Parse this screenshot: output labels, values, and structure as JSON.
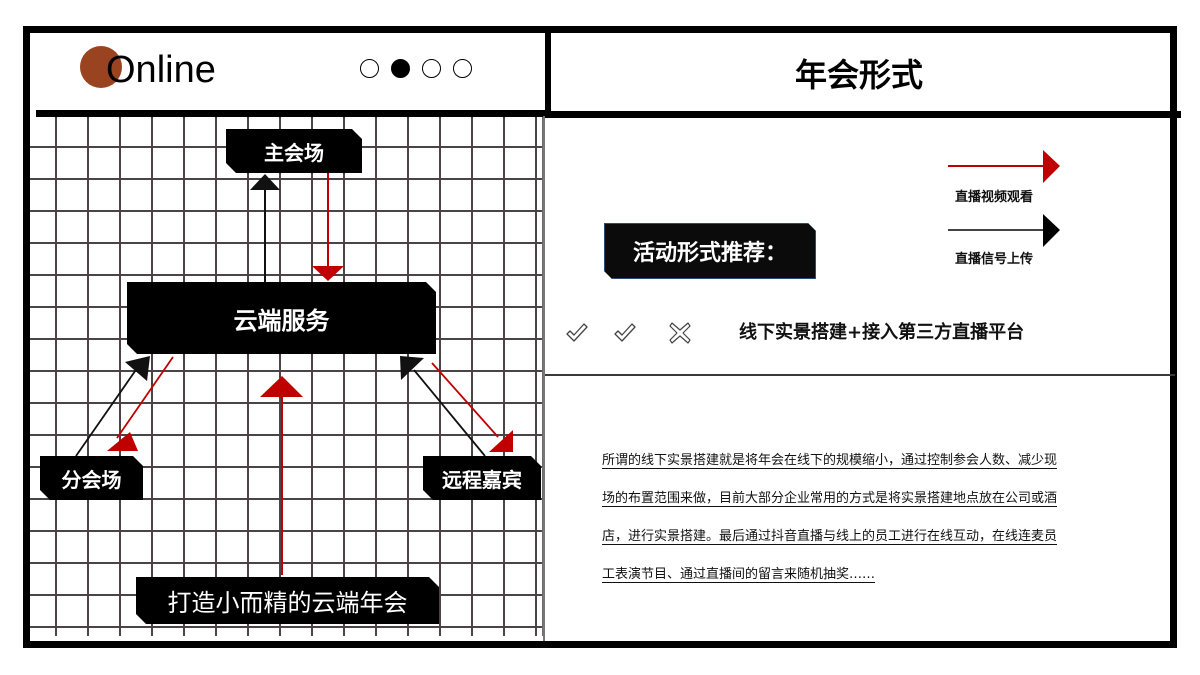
{
  "header": {
    "logo_text": "Online",
    "pager": {
      "total": 4,
      "active_index": 1
    },
    "section_title": "年会形式"
  },
  "colors": {
    "accent_brown": "#9a4320",
    "red_arrow": "#c00000",
    "black": "#000000"
  },
  "diagram": {
    "nodes": {
      "main_venue": "主会场",
      "cloud_service": "云端服务",
      "branch_venue": "分会场",
      "remote_guest": "远程嘉宾",
      "slogan": "打造小而精的云端年会"
    }
  },
  "panel": {
    "recommend_label": "活动形式推荐：",
    "legend": [
      {
        "color": "red",
        "label": "直播视频观看"
      },
      {
        "color": "black",
        "label": "直播信号上传"
      }
    ],
    "option": {
      "marks": [
        "check-icon",
        "check-icon",
        "cross-icon"
      ],
      "label": "线下实景搭建+接入第三方直播平台"
    },
    "description_lines": [
      "所谓的线下实景搭建就是将年会在线下的规模缩小，通过控制参会人数、减少现",
      "场的布置范围来做，目前大部分企业常用的方式是将实景搭建地点放在公司或酒",
      "店，进行实景搭建。最后通过抖音直播与线上的员工进行在线互动，在线连麦员",
      "工表演节目、通过直播间的留言来随机抽奖……"
    ]
  }
}
